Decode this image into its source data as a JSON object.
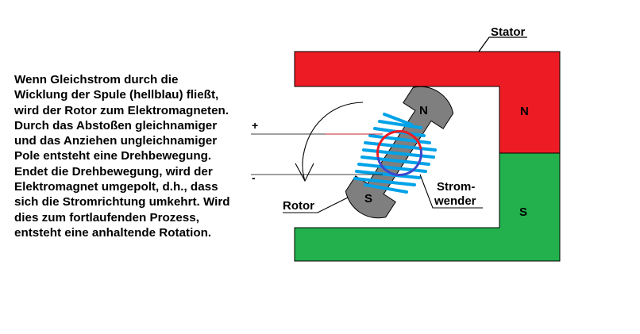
{
  "description_lines": [
    "Wenn Gleichstrom durch die",
    "Wicklung der Spule (hellblau) fließt,",
    "wird der Rotor zum Elektromagneten.",
    "Durch das Abstoßen gleichnamiger",
    "und das Anziehen ungleichnamiger",
    "Pole entsteht eine Drehbewegung.",
    "Endet die Drehbewegung, wird der",
    "Elektromagnet umgepolt, d.h., dass",
    "sich die Stromrichtung umkehrt. Wird",
    "dies zum fortlaufenden Prozess,",
    "entsteht eine anhaltende Rotation."
  ],
  "labels": {
    "stator": "Stator",
    "rotor": "Rotor",
    "commutator_line1": "Strom-",
    "commutator_line2": "wender",
    "plus": "+",
    "minus": "-",
    "stator_north": "N",
    "stator_south": "S",
    "rotor_north": "N",
    "rotor_south": "S"
  },
  "colors": {
    "stator_north": "#ed1c24",
    "stator_south": "#22b14c",
    "rotor": "#7f7f7f",
    "coil": "#00a2e8",
    "commutator_red": "#ed1c24",
    "commutator_blue": "#3f48cc",
    "wire": "#000000"
  }
}
